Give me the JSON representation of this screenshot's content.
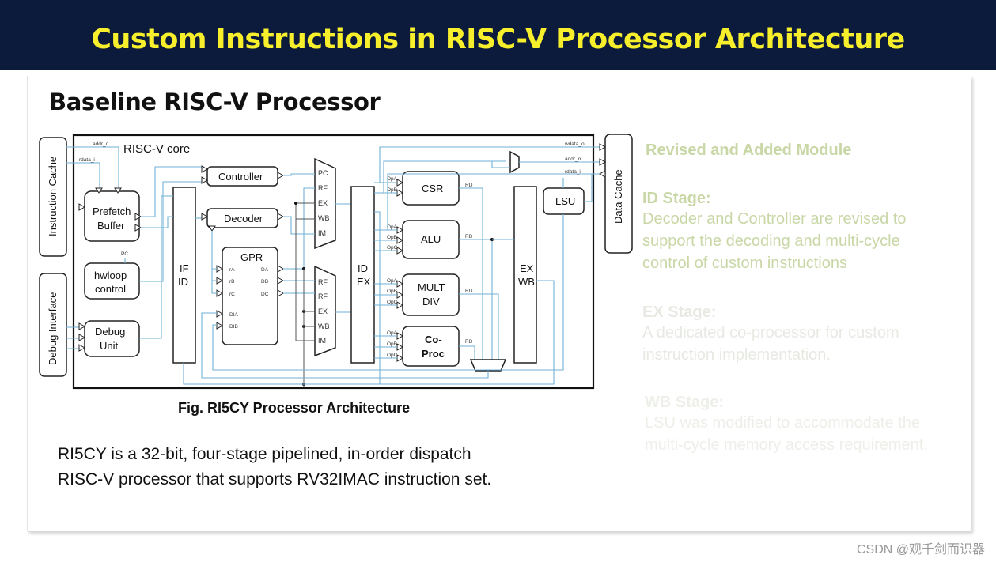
{
  "header": {
    "title": "Custom Instructions in RISC-V Processor Architecture"
  },
  "slide": {
    "subtitle": "Baseline RISC-V Processor",
    "caption": "Fig. RI5CY Processor  Architecture",
    "description_line1": "RI5CY is a 32-bit, four-stage pipelined, in-order dispatch",
    "description_line2": "RISC-V processor that supports RV32IMAC instruction set."
  },
  "diagram": {
    "instruction_cache": "Instruction Cache",
    "debug_interface": "Debug Interface",
    "data_cache": "Data Cache",
    "core_label": "RISC-V core",
    "addr_o": "addr_o",
    "rdata_i": "rdata_i",
    "wdata_o": "wdata_o",
    "addr_o_right": "addr_o",
    "rdata_i_right": "rdata_i",
    "prefetch_1": "Prefetch",
    "prefetch_2": "Buffer",
    "hwloop_1": "hwloop",
    "hwloop_2": "control",
    "hwloop_pc": "PC",
    "debug_1": "Debug",
    "debug_2": "Unit",
    "ifid_1": "IF",
    "ifid_2": "ID",
    "controller": "Controller",
    "decoder": "Decoder",
    "gpr": "GPR",
    "gpr_ra": "rA",
    "gpr_rb": "rB",
    "gpr_rc": "rC",
    "gpr_da": "DA",
    "gpr_db": "DB",
    "gpr_dc": "DC",
    "gpr_dia": "DIA",
    "gpr_dib": "DIB",
    "mux_pc": "PC",
    "mux_rf": "RF",
    "mux_ex": "EX",
    "mux_wb": "WB",
    "mux_im": "IM",
    "idex_1": "ID",
    "idex_2": "EX",
    "csr": "CSR",
    "alu": "ALU",
    "mult_1": "MULT",
    "mult_2": "DIV",
    "coproc_1": "Co-",
    "coproc_2": "Proc",
    "opa": "OpA",
    "opb": "OpB",
    "opc": "OpC",
    "rd": "RD",
    "exwb_1": "EX",
    "exwb_2": "WB",
    "lsu": "LSU"
  },
  "panel": {
    "title": "Revised and Added Module",
    "id_head": "ID Stage:",
    "id_line1": "Decoder and Controller are revised to",
    "id_line2": "support the decoding and multi-cycle",
    "id_line3": "control of custom instructions",
    "ex_head": "EX Stage:",
    "ex_line1": "A dedicated co-processor for custom",
    "ex_line2": "instruction implementation.",
    "wb_head": "WB Stage:",
    "wb_line1": "LSU was modified to accommodate the",
    "wb_line2": "multi-cycle memory access requirement."
  },
  "watermark": "CSDN @观千剑而识器",
  "colors": {
    "banner": "#0c1b3c",
    "title": "#f7ef2b",
    "wire": "#6fb2d6",
    "panel_text": "#c9d7a6"
  }
}
